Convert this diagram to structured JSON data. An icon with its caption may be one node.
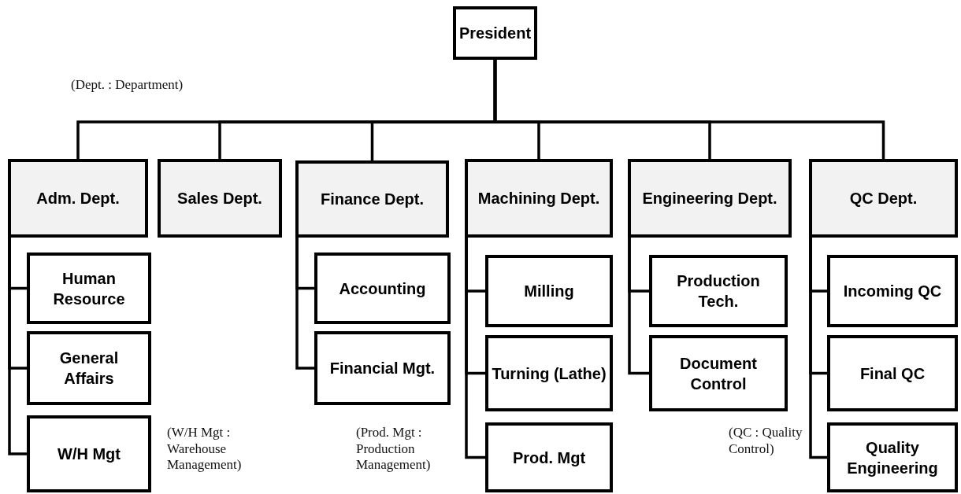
{
  "diagram": {
    "nodes": [
      {
        "text": [
          "President"
        ]
      },
      {
        "text": [
          "Adm. Dept."
        ]
      },
      {
        "text": [
          "Sales Dept."
        ]
      },
      {
        "text": [
          "Finance Dept."
        ]
      },
      {
        "text": [
          "Machining Dept."
        ]
      },
      {
        "text": [
          "Engineering Dept."
        ]
      },
      {
        "text": [
          "QC Dept."
        ]
      },
      {
        "text": [
          "Human Resource"
        ]
      },
      {
        "text": [
          "General Affairs"
        ]
      },
      {
        "text": [
          "W/H Mgt"
        ]
      },
      {
        "text": [
          "Accounting"
        ]
      },
      {
        "text": [
          "Financial Mgt."
        ]
      },
      {
        "text": [
          "Milling"
        ]
      },
      {
        "text": [
          "Turning (Lathe)"
        ]
      },
      {
        "text": [
          "Prod. Mgt"
        ]
      },
      {
        "text": [
          "Production Tech."
        ]
      },
      {
        "text": [
          "Document Control"
        ]
      },
      {
        "text": [
          "Incoming QC"
        ]
      },
      {
        "text": [
          "Final QC"
        ]
      },
      {
        "text": [
          "Quality Engineering"
        ]
      }
    ],
    "edges": [
      {
        "from": 0,
        "to": 1,
        "arrow": "none"
      },
      {
        "from": 0,
        "to": 2,
        "arrow": "none"
      },
      {
        "from": 0,
        "to": 3,
        "arrow": "none"
      },
      {
        "from": 0,
        "to": 4,
        "arrow": "none"
      },
      {
        "from": 0,
        "to": 5,
        "arrow": "none"
      },
      {
        "from": 0,
        "to": 6,
        "arrow": "none"
      },
      {
        "from": 1,
        "to": 7,
        "arrow": "none"
      },
      {
        "from": 1,
        "to": 8,
        "arrow": "none"
      },
      {
        "from": 1,
        "to": 9,
        "arrow": "none"
      },
      {
        "from": 3,
        "to": 10,
        "arrow": "none"
      },
      {
        "from": 3,
        "to": 11,
        "arrow": "none"
      },
      {
        "from": 4,
        "to": 12,
        "arrow": "none"
      },
      {
        "from": 4,
        "to": 13,
        "arrow": "none"
      },
      {
        "from": 4,
        "to": 14,
        "arrow": "none"
      },
      {
        "from": 5,
        "to": 15,
        "arrow": "none"
      },
      {
        "from": 5,
        "to": 16,
        "arrow": "none"
      },
      {
        "from": 6,
        "to": 17,
        "arrow": "none"
      },
      {
        "from": 6,
        "to": 18,
        "arrow": "none"
      },
      {
        "from": 6,
        "to": 19,
        "arrow": "none"
      }
    ],
    "labels": [
      "(Dept. : Department)",
      "(W/H Mgt : Warehouse Management)",
      "(Prod. Mgt : Production Management)",
      "(QC : Quality Control)"
    ]
  }
}
